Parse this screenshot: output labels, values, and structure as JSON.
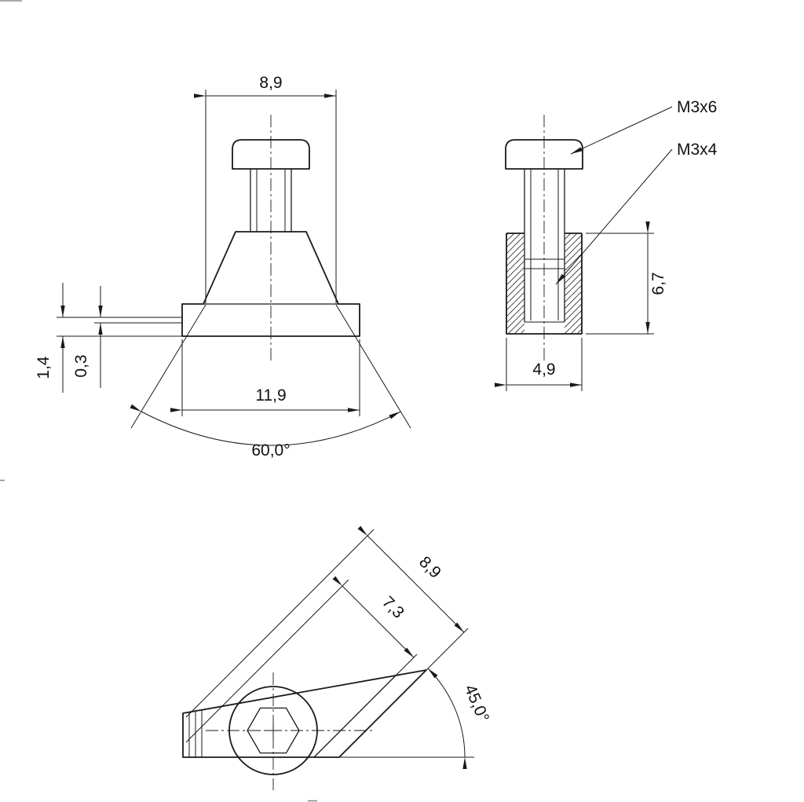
{
  "front_view": {
    "dim_top_width": "8,9",
    "dim_base_width": "11,9",
    "dim_flange_height": "1,4",
    "dim_lip_height": "0,3",
    "dim_cone_angle": "60,0°"
  },
  "section_view": {
    "screw_label": "M3x6",
    "thread_label": "M3x4",
    "dim_height": "6,7",
    "dim_width": "4,9"
  },
  "angled_view": {
    "dim_outer_length": "8,9",
    "dim_inner_length": "7,3",
    "dim_angle": "45,0°"
  }
}
